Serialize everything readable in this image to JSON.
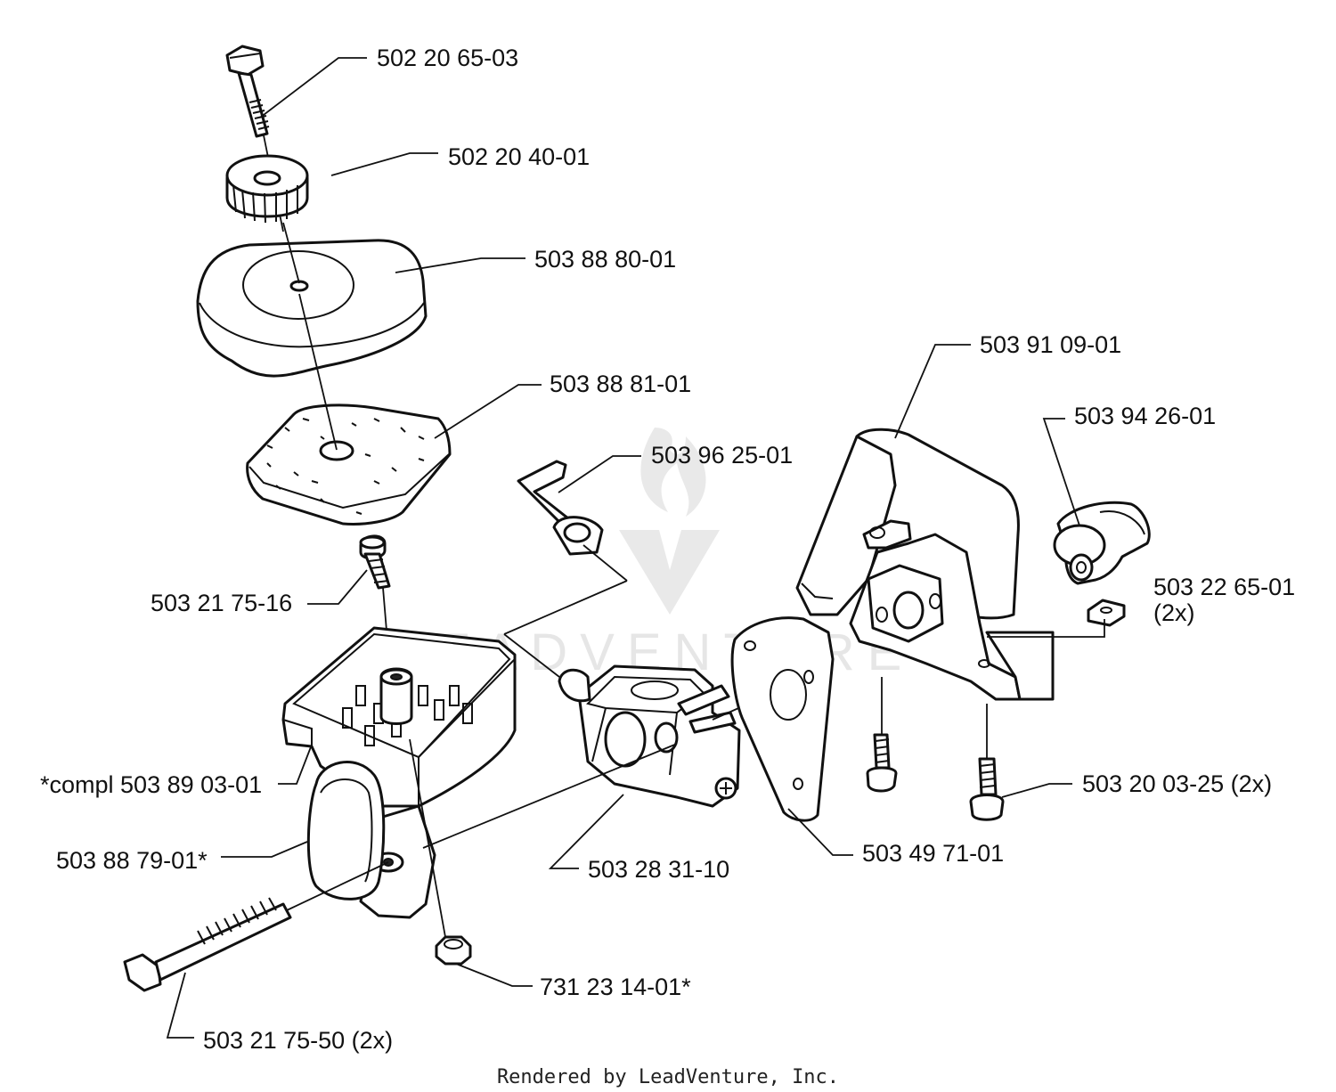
{
  "watermark": {
    "text": "LEADVENTURE",
    "color": "#e6e6e6"
  },
  "footer": {
    "text": "Rendered by LeadVenture, Inc."
  },
  "parts": [
    {
      "id": "bolt-top",
      "label": "502 20 65-03"
    },
    {
      "id": "knob",
      "label": "502 20 40-01"
    },
    {
      "id": "filter-cover",
      "label": "503 88 80-01"
    },
    {
      "id": "filter-foam",
      "label": "503 88 81-01"
    },
    {
      "id": "choke-lever",
      "label": "503 96 25-01"
    },
    {
      "id": "screw-filter",
      "label": "503 21 75-16"
    },
    {
      "id": "housing-complete",
      "label": "*compl 503 89 03-01"
    },
    {
      "id": "grommet",
      "label": "503 88 79-01*"
    },
    {
      "id": "long-screw",
      "label": "503 21 75-50 (2x)"
    },
    {
      "id": "nut",
      "label": "731 23 14-01*"
    },
    {
      "id": "carburetor",
      "label": "503 28 31-10"
    },
    {
      "id": "gasket",
      "label": "503 49 71-01"
    },
    {
      "id": "shield",
      "label": "503 91 09-01"
    },
    {
      "id": "intake-boot",
      "label": "503 94 26-01"
    },
    {
      "id": "square-nut",
      "label": "503 22 65-01"
    },
    {
      "id": "square-nut-qty",
      "label": "(2x)"
    },
    {
      "id": "shield-screws",
      "label": "503 20 03-25 (2x)"
    }
  ]
}
